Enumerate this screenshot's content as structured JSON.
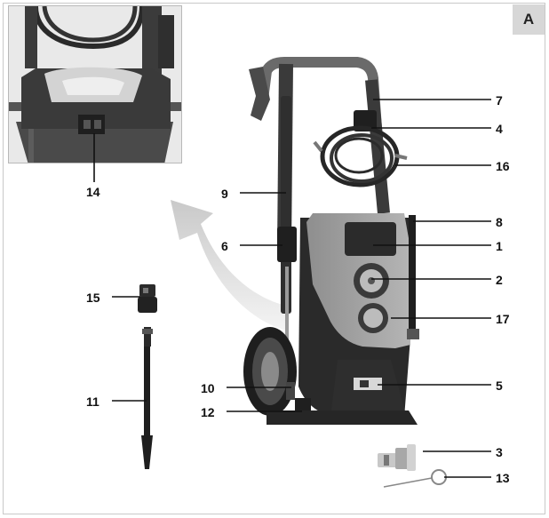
{
  "figure": {
    "badge": "A",
    "callouts": {
      "c1": "1",
      "c2": "2",
      "c3": "3",
      "c4": "4",
      "c5": "5",
      "c6": "6",
      "c7": "7",
      "c8": "8",
      "c9": "9",
      "c10": "10",
      "c11": "11",
      "c12": "12",
      "c13": "13",
      "c14": "14",
      "c15": "15",
      "c16": "16",
      "c17": "17"
    }
  }
}
